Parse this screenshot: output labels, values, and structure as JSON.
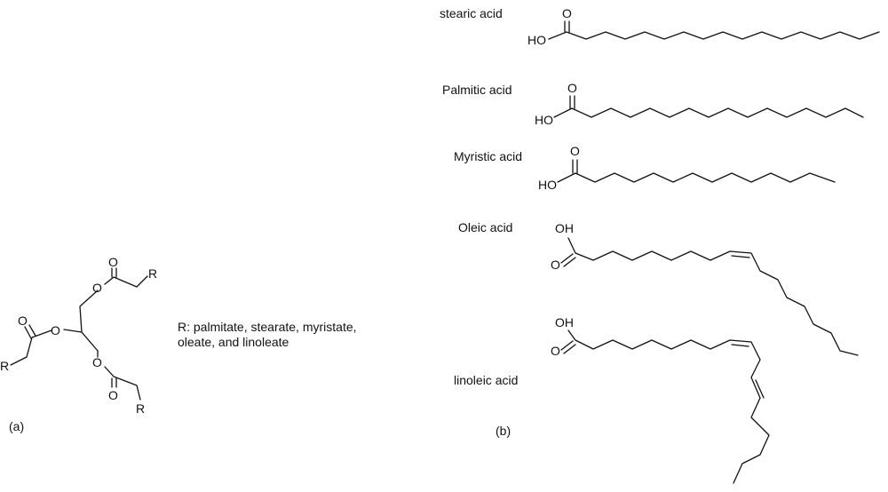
{
  "panel_a": {
    "label": "(a)",
    "r_description_line1": "R:  palmitate, stearate, myristate,",
    "r_description_line2": "oleate, and linoleate"
  },
  "panel_b": {
    "label": "(b)",
    "acids": [
      {
        "name": "stearic acid",
        "carbons": 18
      },
      {
        "name": "Palmitic acid",
        "carbons": 16
      },
      {
        "name": "Myristic acid",
        "carbons": 14
      },
      {
        "name": "Oleic acid",
        "carbons": 18,
        "double_bonds": 1
      },
      {
        "name": "linoleic acid",
        "carbons": 18,
        "double_bonds": 2
      }
    ]
  },
  "atoms": {
    "oxygen": "O",
    "hydroxyl_left": "HO",
    "hydroxyl_right": "OH",
    "r_group": "R"
  }
}
